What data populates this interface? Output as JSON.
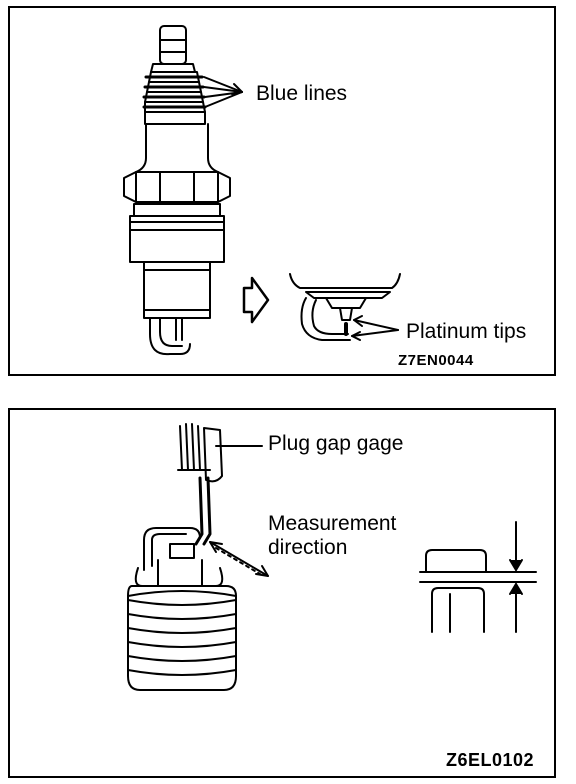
{
  "top_panel": {
    "label_blue_lines": "Blue lines",
    "label_platinum_tips": "Platinum tips",
    "figure_code": "Z7EN0044"
  },
  "bottom_panel": {
    "label_gap_gage": "Plug gap gage",
    "label_measurement_line1": "Measurement",
    "label_measurement_line2": "direction",
    "figure_code": "Z6EL0102"
  }
}
